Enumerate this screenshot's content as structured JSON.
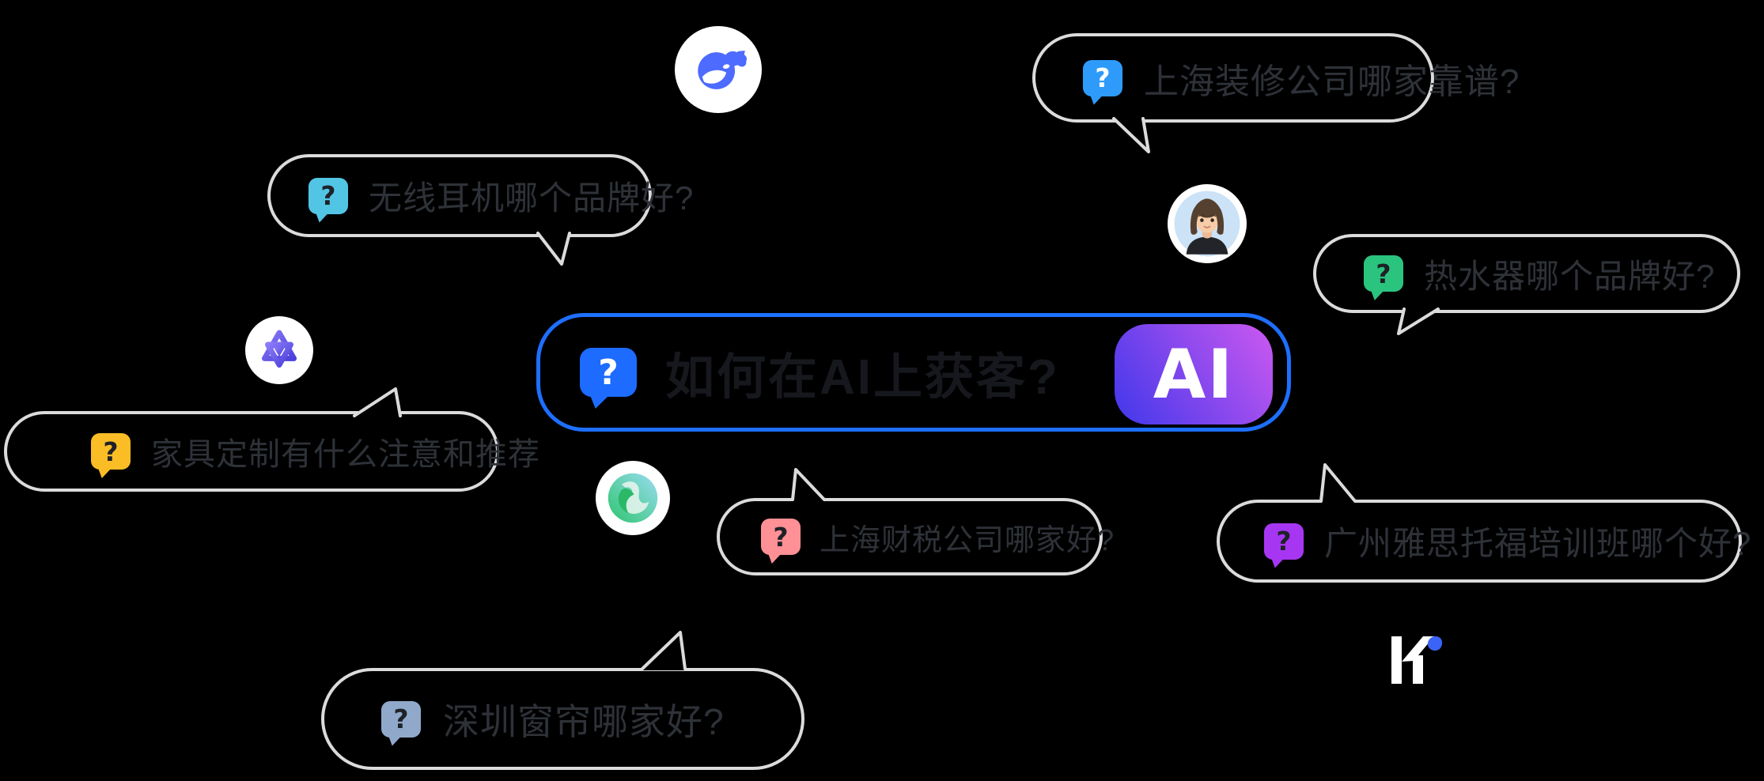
{
  "background_color": "#000000",
  "bubble_border_color": "#DBDBDD",
  "bubble_text_color": "#2E3238",
  "glyphs": {
    "question": "?"
  },
  "center": {
    "text": "如何在AI上获客?",
    "badge_label": "AI",
    "border_color": "#1E6FFF",
    "text_color": "#16181E",
    "icon_color": "#1D6BFF",
    "icon_style": "background:#1D6BFF;color:#FFFFFF",
    "badge_gradient_from": "#4B3AEB",
    "badge_gradient_to": "#C156F0"
  },
  "bubbles": [
    {
      "id": "shanghai-renovation",
      "text": "上海装修公司哪家靠谱?",
      "icon_color": "#2E9BFA",
      "question_color": "#FFFFFF",
      "icon_style": "background:#2E9BFA;color:#FFFFFF"
    },
    {
      "id": "wireless-earphones",
      "text": "无线耳机哪个品牌好?",
      "icon_color": "#52C5E5",
      "question_color": "#1E2127",
      "icon_style": "background:#52C5E5;color:#1E2127"
    },
    {
      "id": "water-heater",
      "text": "热水器哪个品牌好?",
      "icon_color": "#2BC47E",
      "question_color": "#1E2127",
      "icon_style": "background:#2BC47E;color:#1E2127"
    },
    {
      "id": "furniture-custom",
      "text": "家具定制有什么注意和推荐",
      "icon_color": "#FBBD26",
      "question_color": "#1E2127",
      "icon_style": "background:#FBBD26;color:#1E2127"
    },
    {
      "id": "shanghai-tax",
      "text": "上海财税公司哪家好?",
      "icon_color": "#FF9095",
      "question_color": "#1E2127",
      "icon_style": "background:#FF9095;color:#1E2127"
    },
    {
      "id": "guangzhou-ielts-toefl",
      "text": "广州雅思托福培训班哪个好?",
      "icon_color": "#A736F2",
      "question_color": "#1E2127",
      "icon_style": "background:#A736F2;color:#1E2127"
    },
    {
      "id": "shenzhen-curtains",
      "text": "深圳窗帘哪家好?",
      "icon_color": "#90A9CB",
      "question_color": "#1E2127",
      "icon_style": "background:#90A9CB;color:#1E2127"
    }
  ],
  "logos": [
    {
      "name": "deepseek-whale",
      "color": "#4D6BFE",
      "bg": "#FFFFFF"
    },
    {
      "name": "qwen-geometric",
      "color": "#5E53E8",
      "bg": "#FFFFFF"
    },
    {
      "name": "green-swirl-ai",
      "color": "#2EC56E",
      "bg": "#FFFFFF"
    },
    {
      "name": "woman-avatar",
      "color": "#CBE2F7",
      "bg": "#FFFFFF"
    },
    {
      "name": "kimi-k",
      "color": "#FFFFFF",
      "dot_color": "#3B63F6"
    }
  ]
}
